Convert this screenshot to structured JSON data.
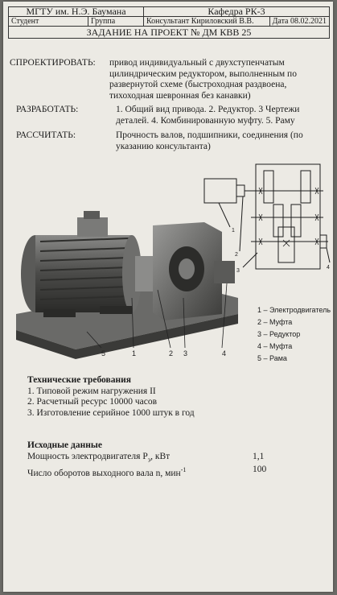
{
  "header": {
    "university": "МГТУ им. Н.Э. Баумана",
    "department": "Кафедра РК-3",
    "student": "Студент",
    "group": "Группа",
    "consultant": "Консультант Кириловский В.В.",
    "date": "Дата 08.02.2021",
    "task_title": "ЗАДАНИЕ НА ПРОЕКТ № ДМ КВВ 25"
  },
  "design": {
    "label": "СПРОЕКТИРОВАТЬ:",
    "lines": [
      "привод индивидуальный с двухступенчатым",
      "цилиндрическим редуктором, выполненным по",
      "развернутой схеме (быстроходная раздвоена,",
      "тихоходная шевронная без канавки)"
    ]
  },
  "develop": {
    "label": "РАЗРАБОТАТЬ:",
    "lines": [
      "1. Общий вид привода. 2. Редуктор. 3 Чертежи",
      "деталей. 4. Комбинированную муфту. 5. Раму"
    ]
  },
  "calculate": {
    "label": "РАССЧИТАТЬ:",
    "lines": [
      "Прочность валов, подшипники, соединения (по",
      "указанию консультанта)"
    ]
  },
  "figure": {
    "photo_callouts": [
      "5",
      "1",
      "2",
      "3",
      "4"
    ],
    "scheme_callouts": [
      "1",
      "2",
      "3",
      "4"
    ],
    "legend": [
      "1 – Электродвигатель",
      "2 – Муфта",
      "3 – Редуктор",
      "4 – Муфта",
      "5 – Рама"
    ]
  },
  "requirements": {
    "title": "Технические требования",
    "items": [
      "1. Типовой режим нагружения II",
      "2. Расчетный ресурс 10000 часов",
      "3. Изготовление серийное 1000 штук в год"
    ]
  },
  "initial": {
    "title": "Исходные данные",
    "rows": [
      {
        "label": "Мощность электродвигателя P",
        "sub": "э",
        "suffix": ", кВт",
        "value": "1,1"
      },
      {
        "label": "Число оборотов выходного вала n, мин",
        "sup": "-1",
        "value": "100"
      }
    ]
  }
}
